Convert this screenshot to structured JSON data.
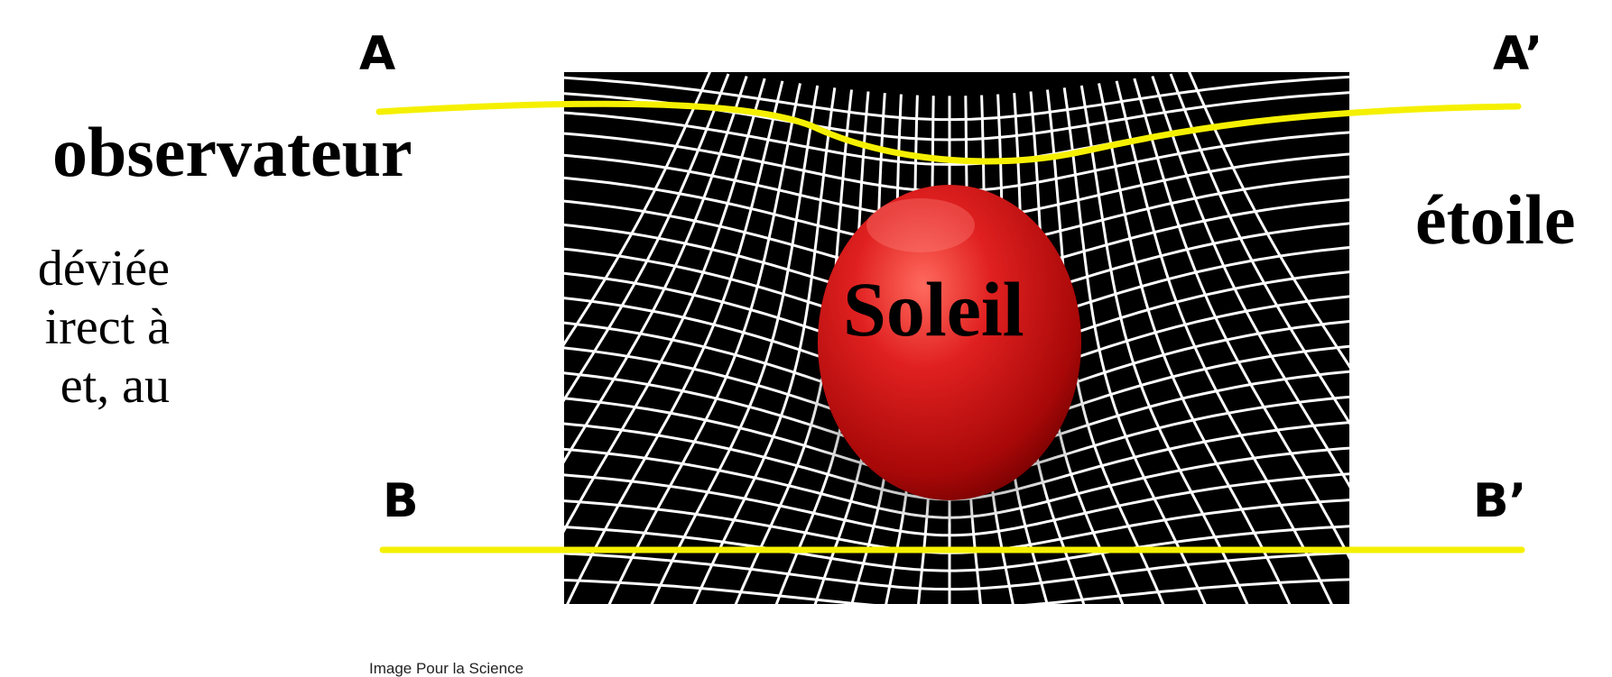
{
  "labels": {
    "a": "A",
    "a_prime": "A’",
    "b": "B",
    "b_prime": "B’",
    "observer": "observateur",
    "star": "étoile",
    "sun": "Soleil"
  },
  "side_text": [
    "déviée",
    "irect à",
    "et, au"
  ],
  "credit": "Image Pour la Science",
  "colors": {
    "ray": "#f5f000",
    "sun": "#d41616",
    "grid_background": "#000000",
    "grid_lines": "#ffffff"
  },
  "icons": {
    "sun": "red-sphere",
    "spacetime": "warped-grid"
  }
}
